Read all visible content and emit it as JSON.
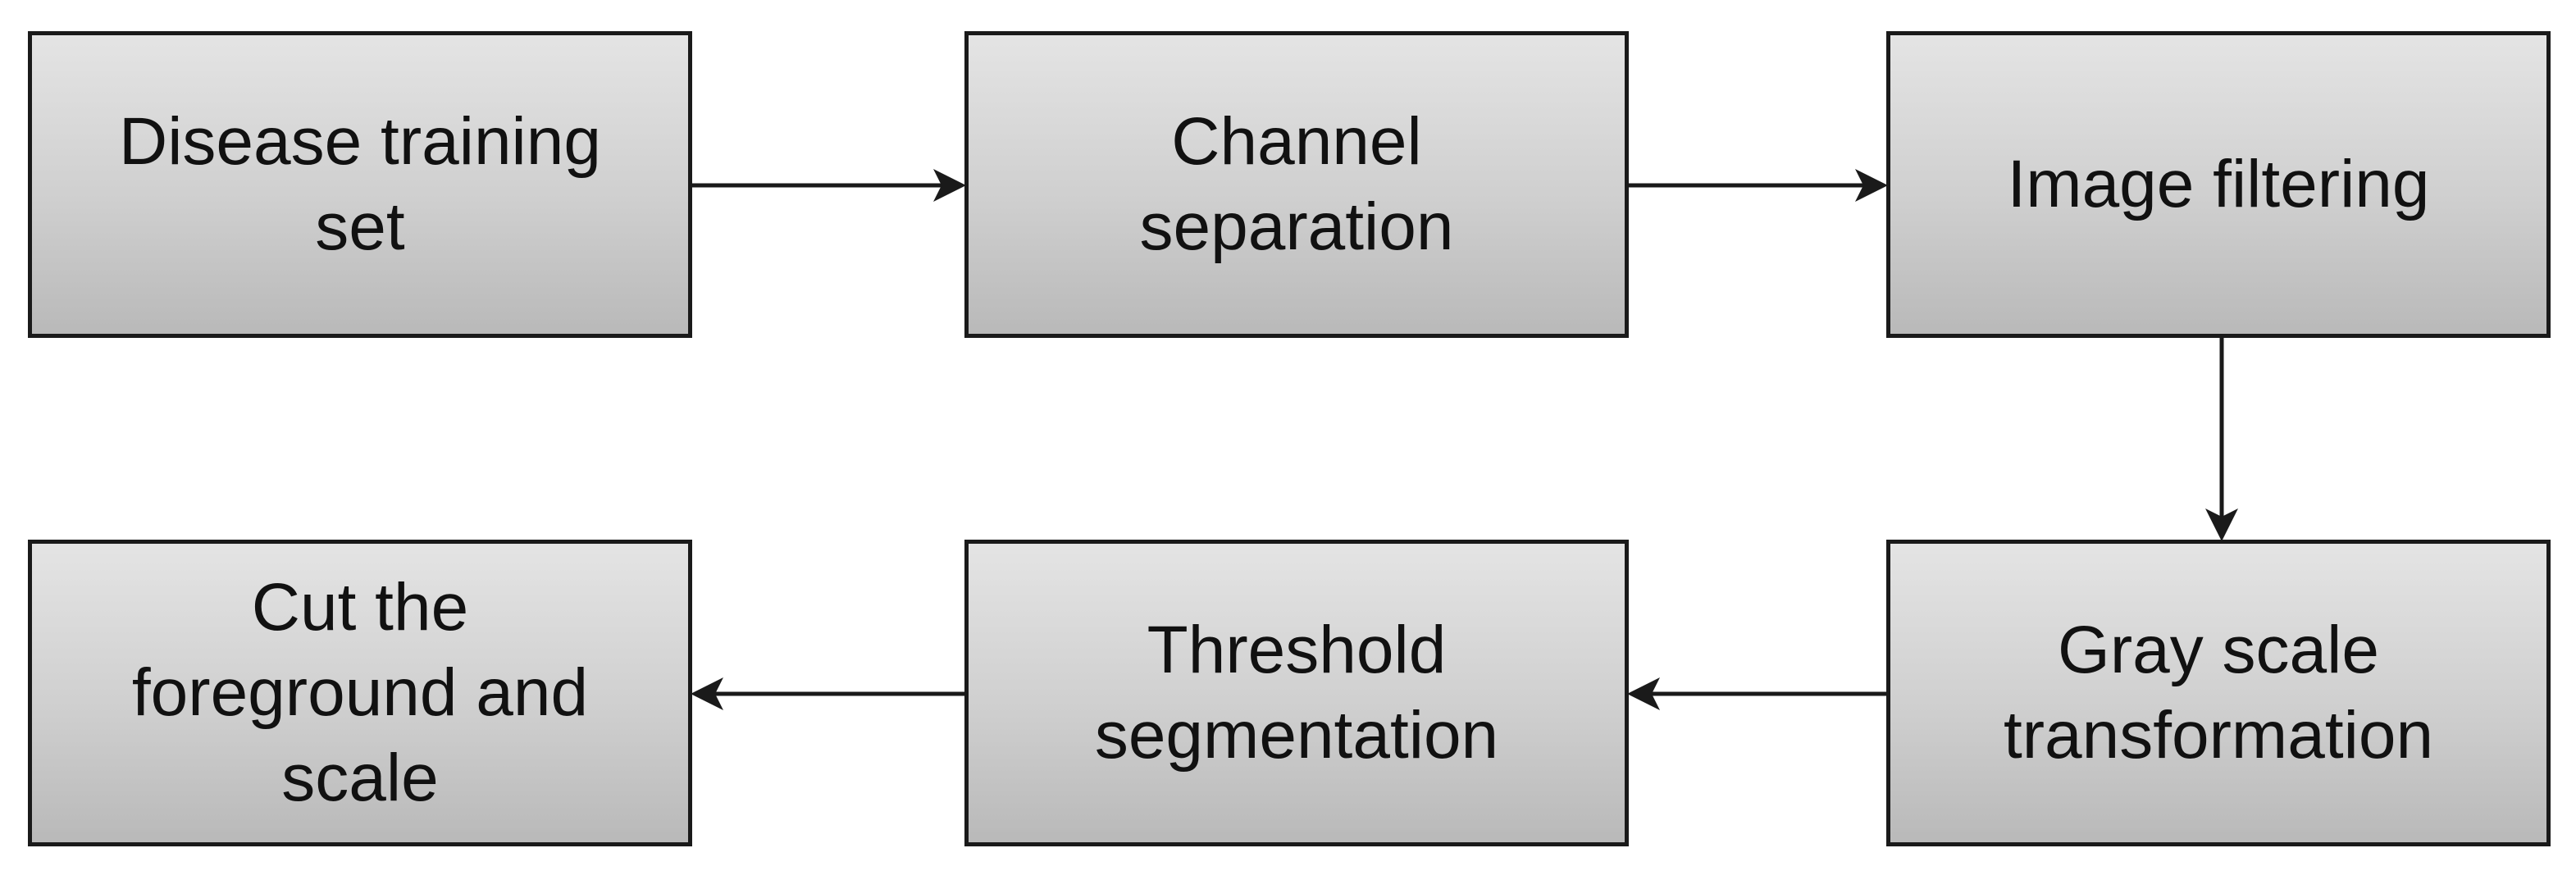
{
  "flowchart": {
    "steps": [
      {
        "label": "Disease training\nset"
      },
      {
        "label": "Channel\nseparation"
      },
      {
        "label": "Image filtering"
      },
      {
        "label": "Gray scale\ntransformation"
      },
      {
        "label": "Threshold\nsegmentation"
      },
      {
        "label": "Cut the\nforeground and\nscale"
      }
    ]
  },
  "colors": {
    "box_border": "#1a1a1a",
    "box_fill_top": "#e4e4e4",
    "box_fill_bottom": "#b9b9b9",
    "arrow": "#1a1a1a"
  }
}
